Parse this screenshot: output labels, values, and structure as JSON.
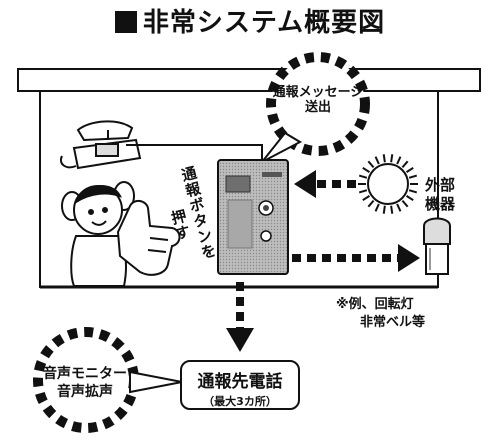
{
  "title": "非常システム概要図",
  "labels": {
    "message": [
      "通報メッセージ",
      "送出"
    ],
    "press_button": [
      "通報ボタンを",
      "押す"
    ],
    "external_device": [
      "外部",
      "機器"
    ],
    "example_note": [
      "※例、回転灯",
      "非常ベル等"
    ],
    "monitor": [
      "音声モニター",
      "音声拡声"
    ],
    "destination_main": "通報先電話",
    "destination_sub": "（最大3カ所）"
  }
}
